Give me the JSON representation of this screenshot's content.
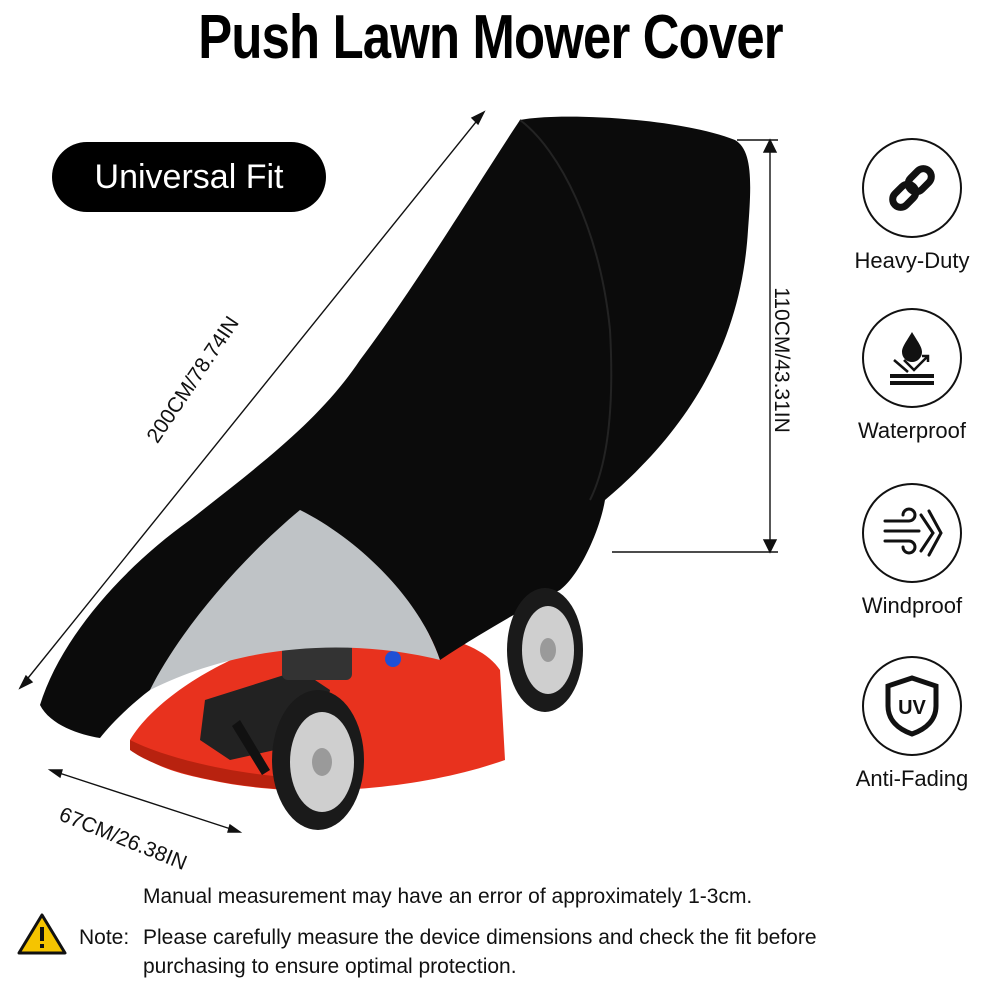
{
  "title": "Push Lawn Mower Cover",
  "badge": "Universal Fit",
  "dimensions": {
    "length": "200CM/78.74IN",
    "height": "110CM/43.31IN",
    "width": "67CM/26.38IN"
  },
  "features": [
    {
      "label": "Heavy-Duty",
      "icon": "chain-link-icon"
    },
    {
      "label": "Waterproof",
      "icon": "water-drop-icon"
    },
    {
      "label": "Windproof",
      "icon": "wind-icon"
    },
    {
      "label": "Anti-Fading",
      "icon": "uv-shield-icon"
    }
  ],
  "notes": {
    "line1": "Manual measurement may have an error of approximately 1-3cm.",
    "prefix": "Note:",
    "line2": "Please carefully measure the device dimensions and check the fit before",
    "line3": "purchasing to ensure optimal protection."
  },
  "colors": {
    "cover": "#0b0b0b",
    "mower_deck": "#e8321e",
    "wheel_tread": "#1a1a1a",
    "wheel_hub": "#cfcfcf",
    "lining": "#bfc3c6",
    "warning": "#f5c400"
  }
}
